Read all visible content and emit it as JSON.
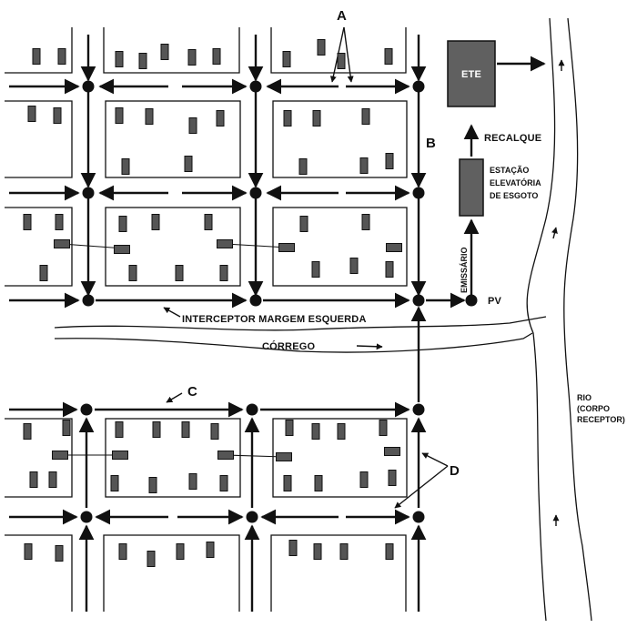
{
  "labels": {
    "a": "A",
    "b": "B",
    "c": "C",
    "d": "D",
    "ete": "ETE",
    "recalque": "RECALQUE",
    "estacao_1": "ESTAÇÃO",
    "estacao_2": "ELEVATÓRIA",
    "estacao_3": "DE ESGOTO",
    "emissario": "EMISSÁRIO",
    "pv": "PV",
    "interceptor": "INTERCEPTOR MARGEM ESQUERDA",
    "corrego": "CÓRREGO",
    "rio_1": "RIO",
    "rio_2": "(CORPO",
    "rio_3": "RECEPTOR)"
  },
  "colors": {
    "line": "#111111",
    "house": "#555555",
    "station": "#606060"
  }
}
